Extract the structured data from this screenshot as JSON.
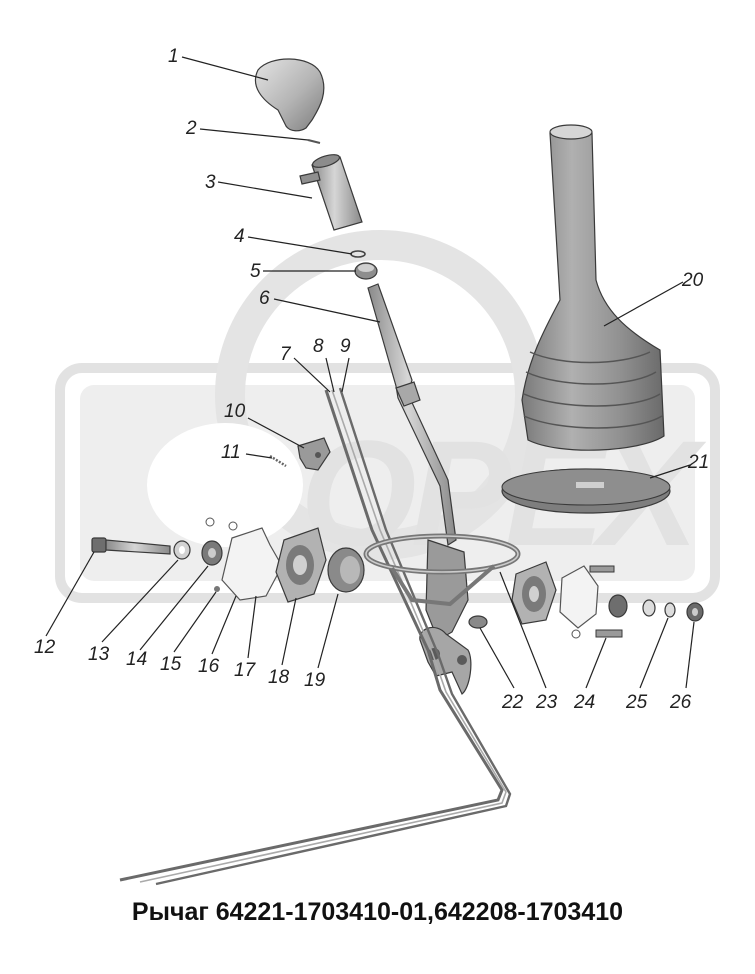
{
  "diagram": {
    "caption": "Рычаг 64221-1703410-01,642208-1703410",
    "watermark_text": "OPEX",
    "colors": {
      "part_fill": "#b9b9b9",
      "part_dark": "#7d7d7d",
      "part_light": "#dcdcdc",
      "outline": "#3a3a3a",
      "watermark": "#e2e2e2",
      "text": "#222222"
    },
    "callouts": [
      "1",
      "2",
      "3",
      "4",
      "5",
      "6",
      "7",
      "8",
      "9",
      "10",
      "11",
      "12",
      "13",
      "14",
      "15",
      "16",
      "17",
      "18",
      "19",
      "20",
      "21",
      "22",
      "23",
      "24",
      "25",
      "26"
    ]
  }
}
